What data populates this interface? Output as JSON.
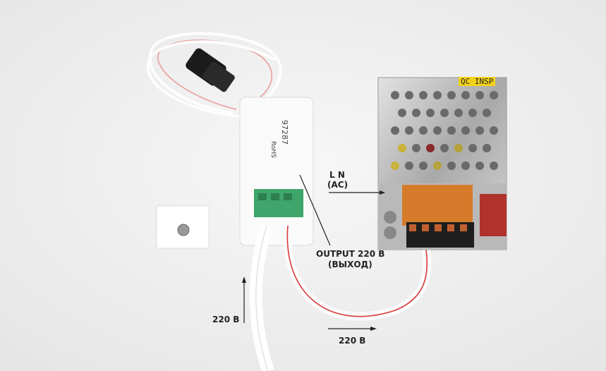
{
  "annotations": {
    "ac_input": {
      "line1": "L  N",
      "line2": "(AC)"
    },
    "output": {
      "line1": "OUTPUT 220 B",
      "line2": "(ВЫХОД)"
    },
    "input_voltage": "220 B",
    "output_voltage": "220 B"
  },
  "product_markings": {
    "controller_model": "97287",
    "controller_cert": "RoHS",
    "psu_sticker": "QC INSP"
  },
  "colors": {
    "background": "#f1f1f1",
    "controller_body": "#fafafa",
    "terminal_green": "#3fa56a",
    "psu_metal": "#c9c9c9",
    "psu_terminal_orange": "#d9741c",
    "wire_red": "#d83a3a"
  }
}
